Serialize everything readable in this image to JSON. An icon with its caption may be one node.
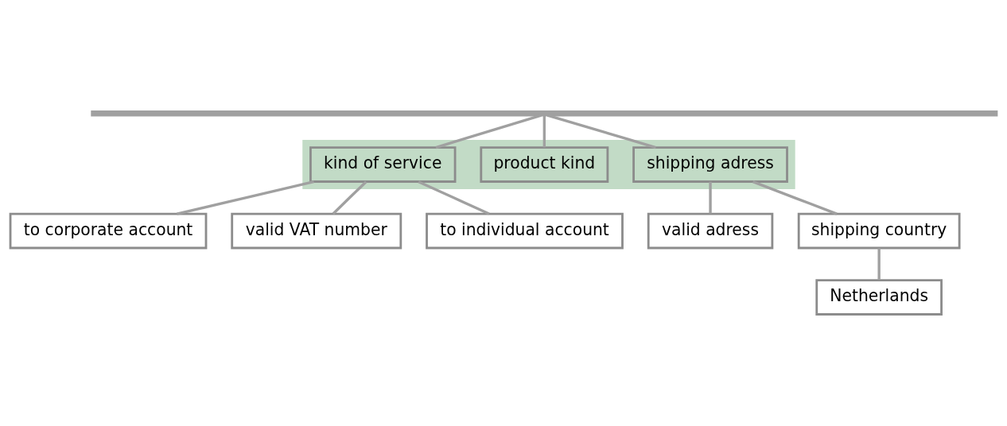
{
  "diagram": {
    "nodes": [
      {
        "text": [],
        "shape": "bar"
      },
      {
        "text": [],
        "shape": "band"
      },
      {
        "text": [
          "kind of service"
        ],
        "in": 1
      },
      {
        "text": [
          "product kind"
        ],
        "in": 1
      },
      {
        "text": [
          "shipping adress"
        ],
        "in": 1
      },
      {
        "text": [
          "to corporate account"
        ]
      },
      {
        "text": [
          "valid VAT number"
        ]
      },
      {
        "text": [
          "to individual account"
        ]
      },
      {
        "text": [
          "valid adress"
        ]
      },
      {
        "text": [
          "shipping country"
        ]
      },
      {
        "text": [
          "Netherlands"
        ]
      }
    ],
    "edges": [
      {
        "from": 0,
        "to": 2,
        "arrow": "none"
      },
      {
        "from": 0,
        "to": 3,
        "arrow": "none"
      },
      {
        "from": 0,
        "to": 4,
        "arrow": "none"
      },
      {
        "from": 2,
        "to": 5,
        "arrow": "none"
      },
      {
        "from": 2,
        "to": 6,
        "arrow": "none"
      },
      {
        "from": 2,
        "to": 7,
        "arrow": "none"
      },
      {
        "from": 4,
        "to": 8,
        "arrow": "none"
      },
      {
        "from": 4,
        "to": 9,
        "arrow": "none"
      },
      {
        "from": 9,
        "to": 10,
        "arrow": "none"
      }
    ]
  }
}
